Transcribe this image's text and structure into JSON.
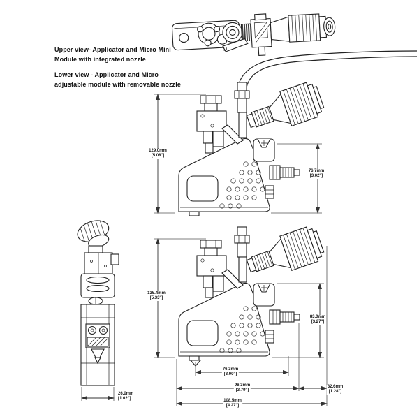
{
  "page": {
    "background": "#ffffff",
    "line_color": "#222222"
  },
  "notes": {
    "upper_view": {
      "line1": "Upper view- Applicator and Micro Mini",
      "line2": "Module with integrated nozzle"
    },
    "lower_view": {
      "line1": "Lower view - Applicator and Micro",
      "line2": "adjustable module with removable nozzle"
    }
  },
  "dimensions": {
    "middle_height": {
      "mm": "129.0mm",
      "inch": "[5.08\"]"
    },
    "middle_right_height": {
      "mm": "76.7mm",
      "inch": "[3.02\"]"
    },
    "lower_height": {
      "mm": "135.4mm",
      "inch": "[5.33\"]"
    },
    "lower_right_height": {
      "mm": "83.0mm",
      "inch": "[3.27\"]"
    },
    "nozzle_offset": {
      "mm": "76.3mm",
      "inch": "[3.00\"]"
    },
    "body_width": {
      "mm": "96.3mm",
      "inch": "[3.79\"]"
    },
    "connector_offset": {
      "mm": "32.6mm",
      "inch": "[1.28\"]"
    },
    "overall_width": {
      "mm": "108.5mm",
      "inch": "[4.27\"]"
    },
    "front_width": {
      "mm": "26.0mm",
      "inch": "[1.02\"]"
    }
  }
}
